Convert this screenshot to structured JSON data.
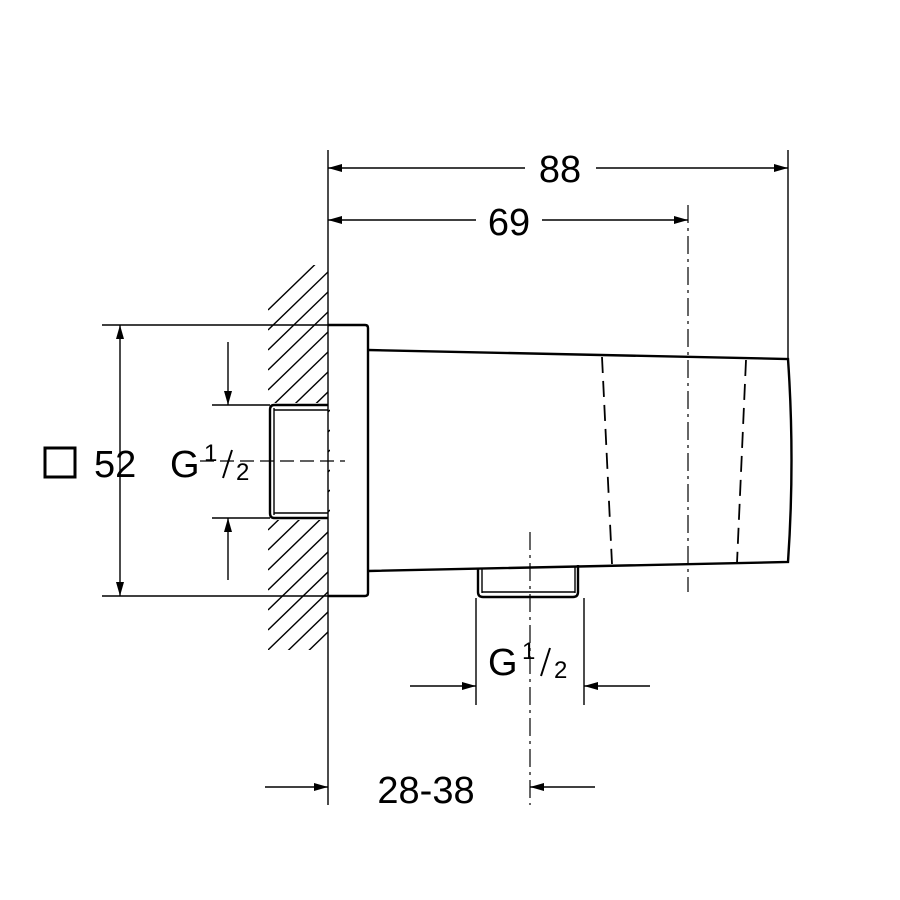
{
  "dimensions": {
    "overall_length": "88",
    "holder_length": "69",
    "square_size": "52",
    "wall_thread": {
      "main": "G",
      "num": "1",
      "den": "2"
    },
    "outlet_thread": {
      "main": "G",
      "num": "1",
      "den": "2"
    },
    "wall_range": "28-38"
  },
  "symbols": {
    "square": "square-symbol"
  }
}
